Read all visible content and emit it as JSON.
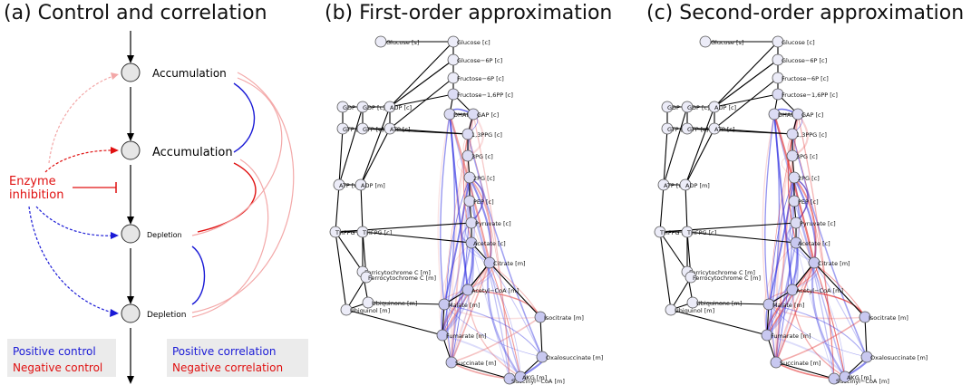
{
  "panels": {
    "a_title": "(a) Control and correlation",
    "b_title": "(b) First-order approximation",
    "c_title": "(c) Second-order approximation"
  },
  "panel_a": {
    "node_labels": [
      "Accumulation",
      "Accumulation",
      "Depletion",
      "Depletion"
    ],
    "enzyme_label_line1": "Enzyme",
    "enzyme_label_line2": "inhibition",
    "legend_left": {
      "positive": "Positive control",
      "negative": "Negative control"
    },
    "legend_right": {
      "positive": "Positive correlation",
      "negative": "Negative correlation"
    }
  },
  "colors": {
    "positive": "#1a1ad6",
    "negative": "#e01010",
    "pale_negative": "#f3a8a8",
    "legend_bg": "#ebebeb",
    "node_fill": "#e6e6e6"
  },
  "network_labels": [
    "Glucose [s]",
    "Glucose [c]",
    "Glucose−6P [c]",
    "Fructose−6P [c]",
    "Fructose−1,6PP [c]",
    "DHAP [c]",
    "GAP [c]",
    "1,3PPG [c]",
    "3PG [c]",
    "2PG [c]",
    "PEP [c]",
    "Pyruvate [c]",
    "GDP [m]",
    "GDP [c]",
    "ADP [c]",
    "GTP [m]",
    "GTP [c]",
    "ATP [c]",
    "ATP [m]",
    "ADP [m]",
    "THFPG [m]",
    "THFPG [c]",
    "Ferricytochrome C [m]",
    "Ferrocytochrome C [m]",
    "Ubiquinone [m]",
    "Ubiquinol [m]",
    "Acetate [c]",
    "Citrate [m]",
    "Acetyl−CoA [m]",
    "Malate [m]",
    "Isocitrate [m]",
    "Fumarate [m]",
    "Succinate [m]",
    "Oxalosuccinate [m]",
    "Succinyl−CoA [m]",
    "AKG [m]"
  ]
}
